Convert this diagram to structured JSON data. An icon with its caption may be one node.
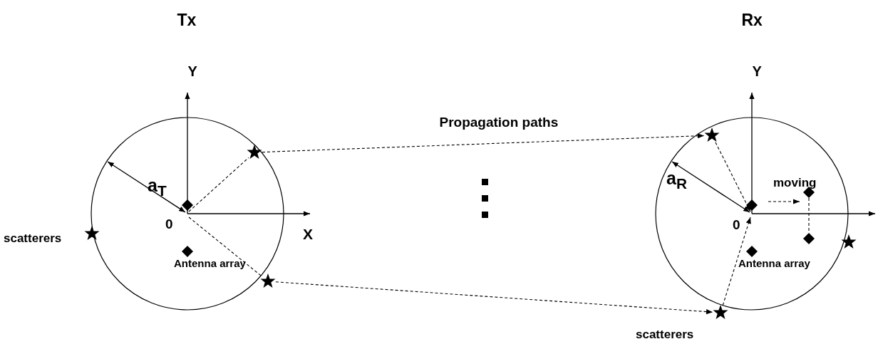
{
  "diagram": {
    "nodes": [
      {
        "text": [
          "Antenna array"
        ]
      },
      {
        "text": [],
        "shape": "star"
      },
      {
        "text": [],
        "shape": "star"
      },
      {
        "text": [],
        "shape": "star",
        "beside": [
          "scatterers"
        ]
      },
      {
        "text": [],
        "shape": "star"
      },
      {
        "text": [],
        "shape": "star",
        "beside": [
          "scatterers"
        ]
      },
      {
        "text": [],
        "shape": "star"
      },
      {
        "text": [
          "Antenna array"
        ]
      },
      {
        "text": [],
        "shape": "diamond"
      },
      {
        "text": [],
        "shape": "diamond"
      }
    ],
    "edges": [
      {
        "from": 0,
        "to": 1,
        "arrow": "none",
        "style": "dashed"
      },
      {
        "from": 0,
        "to": 2,
        "arrow": "none",
        "style": "dashed"
      },
      {
        "from": 1,
        "to": 4,
        "arrow": "to",
        "style": "dashed",
        "label": "Propagation paths"
      },
      {
        "from": 2,
        "to": 5,
        "arrow": "to",
        "style": "dashed"
      },
      {
        "from": 4,
        "to": 7,
        "arrow": "to",
        "style": "dashed"
      },
      {
        "from": 5,
        "to": 7,
        "arrow": "to",
        "style": "dashed"
      },
      {
        "from": 8,
        "to": 9,
        "arrow": "none",
        "style": "dashed"
      }
    ],
    "labels": [
      "Tx",
      "Rx",
      "Y",
      "Y",
      "a$_{T}$",
      "a$_{R}$",
      "moving",
      "0",
      "X",
      "0"
    ]
  }
}
